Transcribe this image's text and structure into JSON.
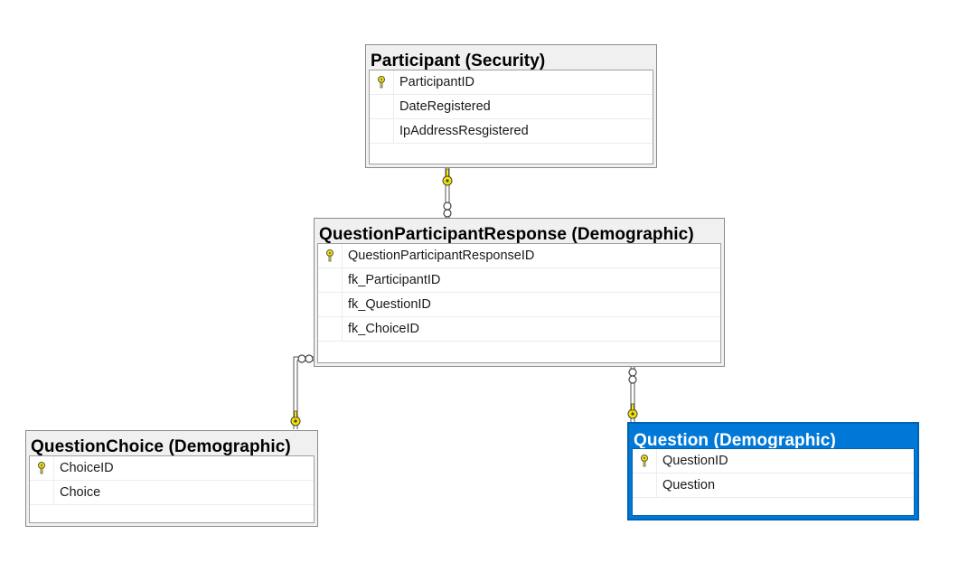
{
  "tables": [
    {
      "title": "Participant (Security)",
      "columns": [
        {
          "name": "ParticipantID",
          "pk": true
        },
        {
          "name": "DateRegistered",
          "pk": false
        },
        {
          "name": "IpAddressResgistered",
          "pk": false
        }
      ]
    },
    {
      "title": "QuestionParticipantResponse (Demographic)",
      "columns": [
        {
          "name": "QuestionParticipantResponseID",
          "pk": true
        },
        {
          "name": "fk_ParticipantID",
          "pk": false
        },
        {
          "name": "fk_QuestionID",
          "pk": false
        },
        {
          "name": "fk_ChoiceID",
          "pk": false
        }
      ]
    },
    {
      "title": "QuestionChoice (Demographic)",
      "columns": [
        {
          "name": "ChoiceID",
          "pk": true
        },
        {
          "name": "Choice",
          "pk": false
        }
      ]
    },
    {
      "title": "Question (Demographic)",
      "selected": true,
      "columns": [
        {
          "name": "QuestionID",
          "pk": true
        },
        {
          "name": "Question",
          "pk": false
        }
      ]
    }
  ],
  "colors": {
    "selected": "#0078d7",
    "key": "#f5e400"
  },
  "icons": {
    "primary_key": "key-icon",
    "relationship_one": "key-end-icon",
    "relationship_many": "infinity-end-icon"
  }
}
